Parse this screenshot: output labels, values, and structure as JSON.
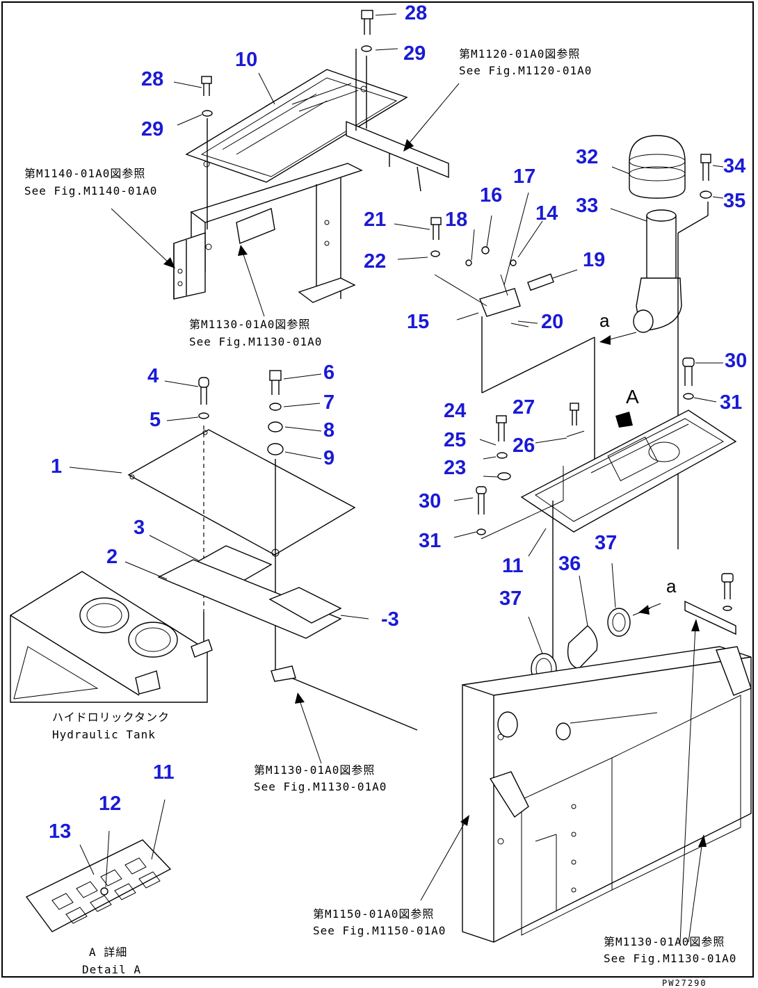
{
  "diagram": {
    "part_numbers": [
      {
        "id": "p28a",
        "label": "28"
      },
      {
        "id": "p29a",
        "label": "29"
      },
      {
        "id": "p10",
        "label": "10"
      },
      {
        "id": "p28b",
        "label": "28"
      },
      {
        "id": "p29b",
        "label": "29"
      },
      {
        "id": "p32",
        "label": "32"
      },
      {
        "id": "p34",
        "label": "34"
      },
      {
        "id": "p33",
        "label": "33"
      },
      {
        "id": "p35",
        "label": "35"
      },
      {
        "id": "p17",
        "label": "17"
      },
      {
        "id": "p16",
        "label": "16"
      },
      {
        "id": "p14",
        "label": "14"
      },
      {
        "id": "p21",
        "label": "21"
      },
      {
        "id": "p18",
        "label": "18"
      },
      {
        "id": "p22",
        "label": "22"
      },
      {
        "id": "p19",
        "label": "19"
      },
      {
        "id": "p15",
        "label": "15"
      },
      {
        "id": "p20",
        "label": "20"
      },
      {
        "id": "p30a",
        "label": "30"
      },
      {
        "id": "p31a",
        "label": "31"
      },
      {
        "id": "p24",
        "label": "24"
      },
      {
        "id": "p27",
        "label": "27"
      },
      {
        "id": "p25",
        "label": "25"
      },
      {
        "id": "p26",
        "label": "26"
      },
      {
        "id": "p23",
        "label": "23"
      },
      {
        "id": "p30b",
        "label": "30"
      },
      {
        "id": "p31b",
        "label": "31"
      },
      {
        "id": "p11a",
        "label": "11"
      },
      {
        "id": "p37a",
        "label": "37"
      },
      {
        "id": "p36",
        "label": "36"
      },
      {
        "id": "p37b",
        "label": "37"
      },
      {
        "id": "p4",
        "label": "4"
      },
      {
        "id": "p6",
        "label": "6"
      },
      {
        "id": "p7",
        "label": "7"
      },
      {
        "id": "p5",
        "label": "5"
      },
      {
        "id": "p8",
        "label": "8"
      },
      {
        "id": "p9",
        "label": "9"
      },
      {
        "id": "p1",
        "label": "1"
      },
      {
        "id": "p3a",
        "label": "3"
      },
      {
        "id": "p2",
        "label": "2"
      },
      {
        "id": "p3b",
        "label": "-3"
      },
      {
        "id": "p11b",
        "label": "11"
      },
      {
        "id": "p12",
        "label": "12"
      },
      {
        "id": "p13",
        "label": "13"
      }
    ],
    "references": {
      "m1120": {
        "jp": "第M1120-01A0図参照",
        "en": "See Fig.M1120-01A0"
      },
      "m1140": {
        "jp": "第M1140-01A0図参照",
        "en": "See Fig.M1140-01A0"
      },
      "m1130_top": {
        "jp": "第M1130-01A0図参照",
        "en": "See Fig.M1130-01A0"
      },
      "m1130_mid": {
        "jp": "第M1130-01A0図参照",
        "en": "See Fig.M1130-01A0"
      },
      "m1150": {
        "jp": "第M1150-01A0図参照",
        "en": "See Fig.M1150-01A0"
      },
      "m1130_right": {
        "jp": "第M1130-01A0図参照",
        "en": "See Fig.M1130-01A0"
      }
    },
    "hydraulic_tank": {
      "jp": "ハイドロリックタンク",
      "en": "Hydraulic Tank"
    },
    "detail_a": {
      "jp": "A 詳細",
      "en": "Detail A"
    },
    "view_marker": "A",
    "connection_marker_1": "a",
    "connection_marker_2": "a",
    "drawing_code": "PW27290"
  }
}
